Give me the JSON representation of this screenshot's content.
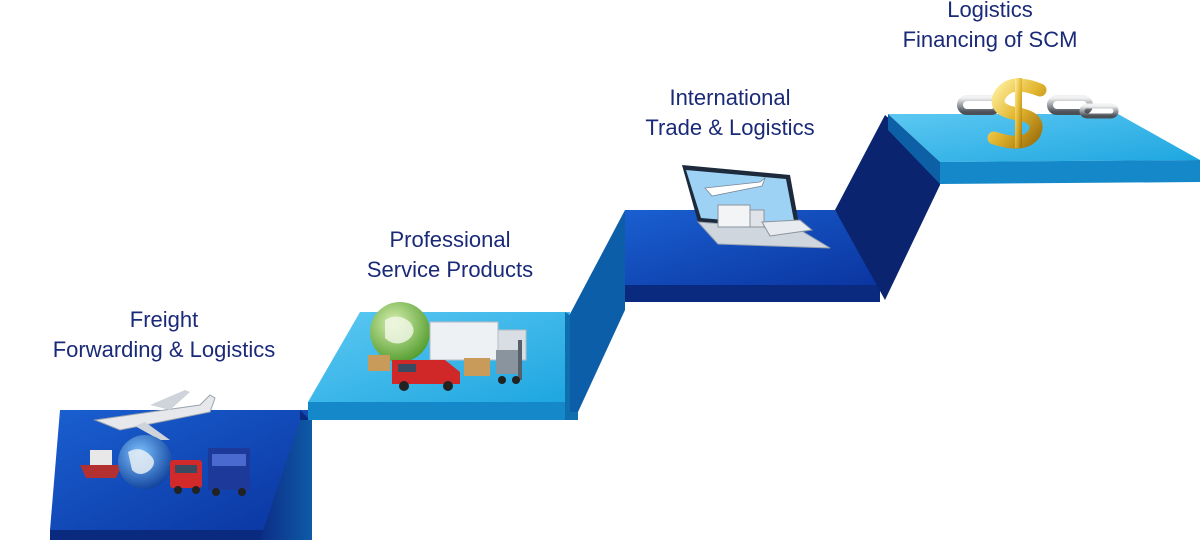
{
  "steps": [
    {
      "line1": "Freight",
      "line2": "Forwarding & Logistics",
      "illustration": "freight-transport-icons"
    },
    {
      "line1": "Professional",
      "line2": "Service Products",
      "illustration": "delivery-vehicles-globe"
    },
    {
      "line1": "International",
      "line2": "Trade & Logistics",
      "illustration": "laptop-transport"
    },
    {
      "line1": "Logistics",
      "line2": "Financing of SCM",
      "illustration": "chain-dollar-sign"
    }
  ],
  "colors": {
    "dark_step": "#0a3fb0",
    "light_step": "#36b6ea",
    "riser_dark": "#0b2470",
    "riser_mid": "#0d5a9e",
    "text": "#1a2a78"
  }
}
